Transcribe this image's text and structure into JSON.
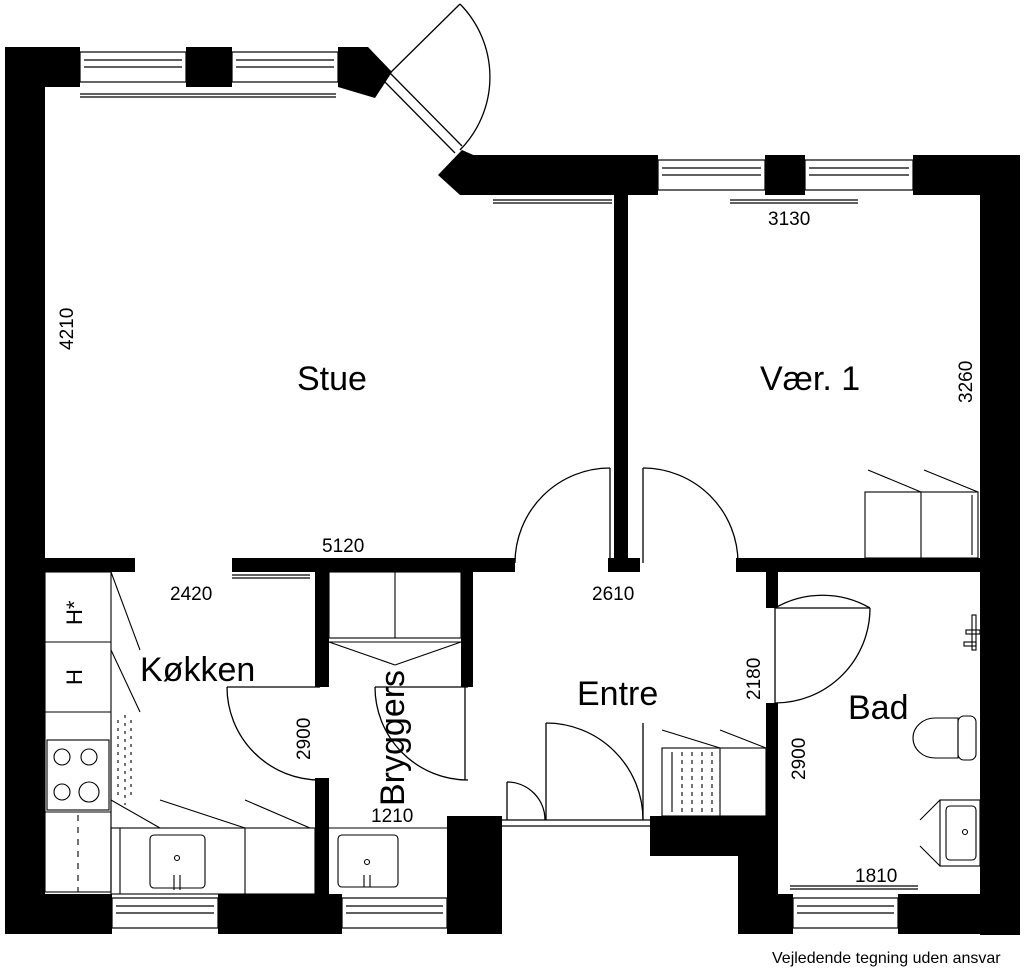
{
  "rooms": {
    "stue": "Stue",
    "vaer1": "Vær. 1",
    "kokken": "Køkken",
    "bryggers": "Bryggers",
    "entre": "Entre",
    "bad": "Bad"
  },
  "dimensions": {
    "stue_height": "4210",
    "stue_width": "5120",
    "vaer1_width": "3130",
    "vaer1_height": "3260",
    "kokken_width": "2420",
    "kokken_height": "2900",
    "entre_width": "2610",
    "entre_height": "2180",
    "bryggers_width": "1210",
    "bad_height": "2900",
    "bad_width": "1810"
  },
  "kitchen_labels": {
    "h_star": "H*",
    "h": "H"
  },
  "disclaimer": "Vejledende tegning uden ansvar"
}
